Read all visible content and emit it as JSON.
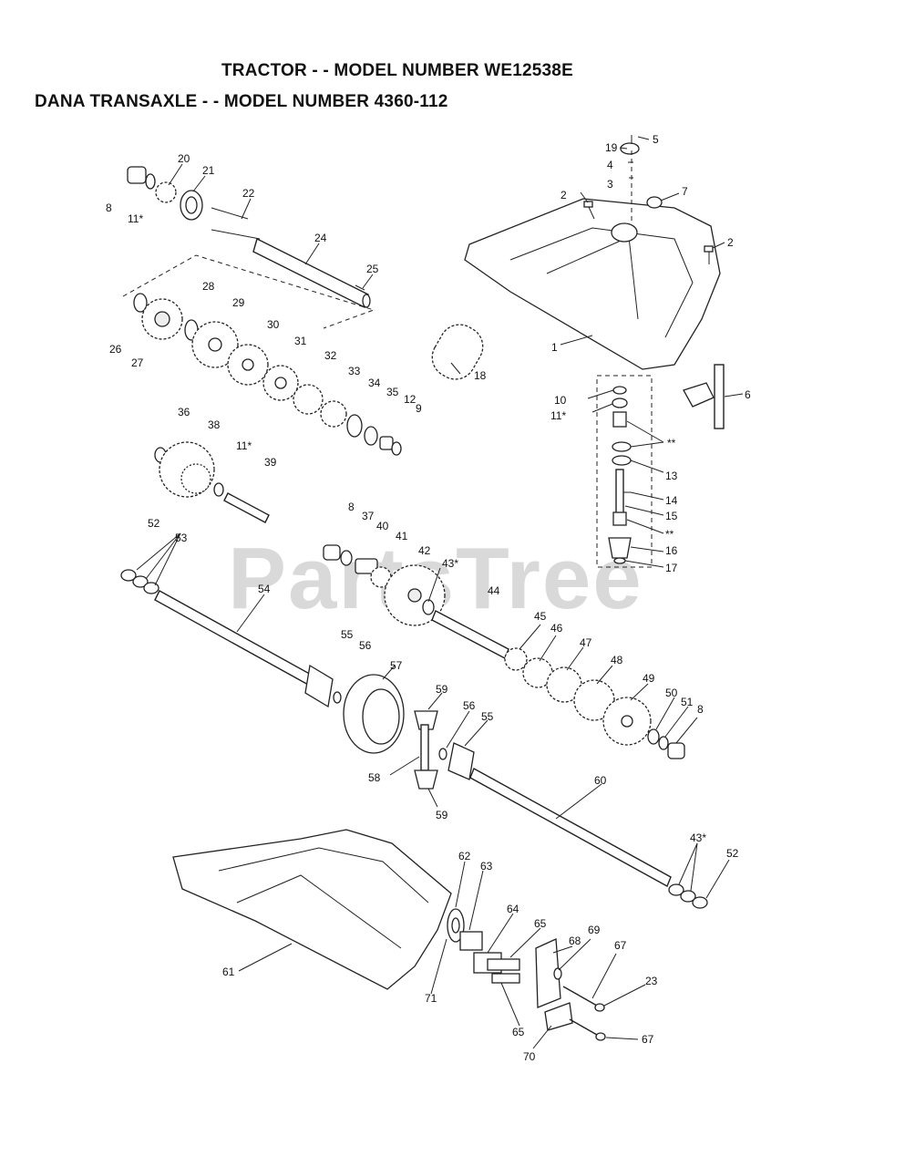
{
  "header": {
    "line1": "TRACTOR - - MODEL NUMBER WE12538E",
    "line2": "DANA TRANSAXLE - - MODEL NUMBER 4360-112"
  },
  "watermark": "PartsTree",
  "callouts": [
    {
      "id": "c20",
      "text": "20"
    },
    {
      "id": "c21",
      "text": "21"
    },
    {
      "id": "c8a",
      "text": "8"
    },
    {
      "id": "c11a",
      "text": "11*"
    },
    {
      "id": "c22",
      "text": "22"
    },
    {
      "id": "c24",
      "text": "24"
    },
    {
      "id": "c25",
      "text": "25"
    },
    {
      "id": "c19",
      "text": "19"
    },
    {
      "id": "c5",
      "text": "5"
    },
    {
      "id": "c4",
      "text": "4"
    },
    {
      "id": "c3",
      "text": "3"
    },
    {
      "id": "c2a",
      "text": "2"
    },
    {
      "id": "c7",
      "text": "7"
    },
    {
      "id": "c2b",
      "text": "2"
    },
    {
      "id": "c1",
      "text": "1"
    },
    {
      "id": "c26",
      "text": "26"
    },
    {
      "id": "c27",
      "text": "27"
    },
    {
      "id": "c28",
      "text": "28"
    },
    {
      "id": "c29",
      "text": "29"
    },
    {
      "id": "c30",
      "text": "30"
    },
    {
      "id": "c31",
      "text": "31"
    },
    {
      "id": "c32",
      "text": "32"
    },
    {
      "id": "c33",
      "text": "33"
    },
    {
      "id": "c34",
      "text": "34"
    },
    {
      "id": "c35",
      "text": "35"
    },
    {
      "id": "c12",
      "text": "12"
    },
    {
      "id": "c9",
      "text": "9"
    },
    {
      "id": "c18",
      "text": "18"
    },
    {
      "id": "c10",
      "text": "10"
    },
    {
      "id": "c11b",
      "text": "11*"
    },
    {
      "id": "cstar1",
      "text": "**"
    },
    {
      "id": "c13",
      "text": "13"
    },
    {
      "id": "c14",
      "text": "14"
    },
    {
      "id": "c15",
      "text": "15"
    },
    {
      "id": "cstar2",
      "text": "**"
    },
    {
      "id": "c16",
      "text": "16"
    },
    {
      "id": "c17",
      "text": "17"
    },
    {
      "id": "c6",
      "text": "6"
    },
    {
      "id": "c36",
      "text": "36"
    },
    {
      "id": "c38",
      "text": "38"
    },
    {
      "id": "c11c",
      "text": "11*"
    },
    {
      "id": "c39",
      "text": "39"
    },
    {
      "id": "c52a",
      "text": "52"
    },
    {
      "id": "c53",
      "text": "53"
    },
    {
      "id": "c54",
      "text": "54"
    },
    {
      "id": "c8b",
      "text": "8"
    },
    {
      "id": "c37",
      "text": "37"
    },
    {
      "id": "c40",
      "text": "40"
    },
    {
      "id": "c41",
      "text": "41"
    },
    {
      "id": "c42",
      "text": "42"
    },
    {
      "id": "c43a",
      "text": "43*"
    },
    {
      "id": "c44",
      "text": "44"
    },
    {
      "id": "c45",
      "text": "45"
    },
    {
      "id": "c46",
      "text": "46"
    },
    {
      "id": "c47",
      "text": "47"
    },
    {
      "id": "c48",
      "text": "48"
    },
    {
      "id": "c49",
      "text": "49"
    },
    {
      "id": "c50",
      "text": "50"
    },
    {
      "id": "c51",
      "text": "51"
    },
    {
      "id": "c8c",
      "text": "8"
    },
    {
      "id": "c55a",
      "text": "55"
    },
    {
      "id": "c56a",
      "text": "56"
    },
    {
      "id": "c57",
      "text": "57"
    },
    {
      "id": "c59a",
      "text": "59"
    },
    {
      "id": "c56b",
      "text": "56"
    },
    {
      "id": "c55b",
      "text": "55"
    },
    {
      "id": "c58",
      "text": "58"
    },
    {
      "id": "c59b",
      "text": "59"
    },
    {
      "id": "c60",
      "text": "60"
    },
    {
      "id": "c43b",
      "text": "43*"
    },
    {
      "id": "c52b",
      "text": "52"
    },
    {
      "id": "c62",
      "text": "62"
    },
    {
      "id": "c63",
      "text": "63"
    },
    {
      "id": "c64",
      "text": "64"
    },
    {
      "id": "c65a",
      "text": "65"
    },
    {
      "id": "c68",
      "text": "68"
    },
    {
      "id": "c69",
      "text": "69"
    },
    {
      "id": "c67a",
      "text": "67"
    },
    {
      "id": "c61",
      "text": "61"
    },
    {
      "id": "c71",
      "text": "71"
    },
    {
      "id": "c23",
      "text": "23"
    },
    {
      "id": "c65b",
      "text": "65"
    },
    {
      "id": "c70",
      "text": "70"
    },
    {
      "id": "c67b",
      "text": "67"
    }
  ]
}
